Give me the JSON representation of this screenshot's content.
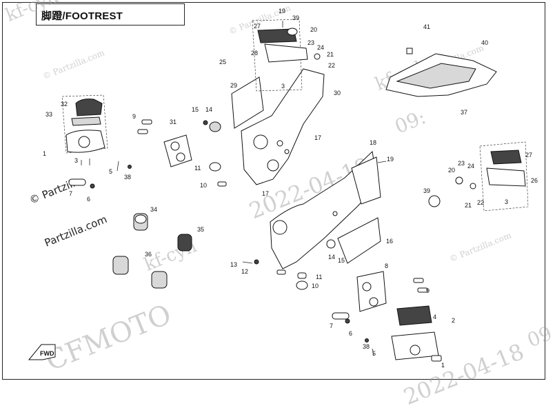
{
  "title": "脚蹬/FOOTREST",
  "watermarks": {
    "kfcyh_1": "kf-cyh",
    "kfcyh_2": "kf-cyh",
    "kfcyh_3": "kf-cyh",
    "cfmoto": "CFMOTO",
    "date_1": "2022-04-18",
    "date_2": "2022-04-18",
    "date_3": "09:",
    "date_4": "09",
    "partzilla_small_1": "© Partzilla.com",
    "partzilla_small_2": "© Partzilla.com",
    "partzilla_small_3": "© Partzilla.com",
    "partzilla_small_4": "© Partzilla.com",
    "partzilla_main_line1": "© Partzilla",
    "partzilla_main_line2": "Partzilla.com"
  },
  "fwd_label": "FWD",
  "callouts": [
    "1",
    "2",
    "3",
    "4",
    "5",
    "6",
    "7",
    "8",
    "9",
    "10",
    "11",
    "12",
    "13",
    "14",
    "15",
    "16",
    "17",
    "18",
    "19",
    "20",
    "21",
    "22",
    "23",
    "24",
    "25",
    "26",
    "27",
    "28",
    "29",
    "30",
    "31",
    "32",
    "33",
    "34",
    "35",
    "36",
    "37",
    "38",
    "39",
    "40",
    "41"
  ]
}
